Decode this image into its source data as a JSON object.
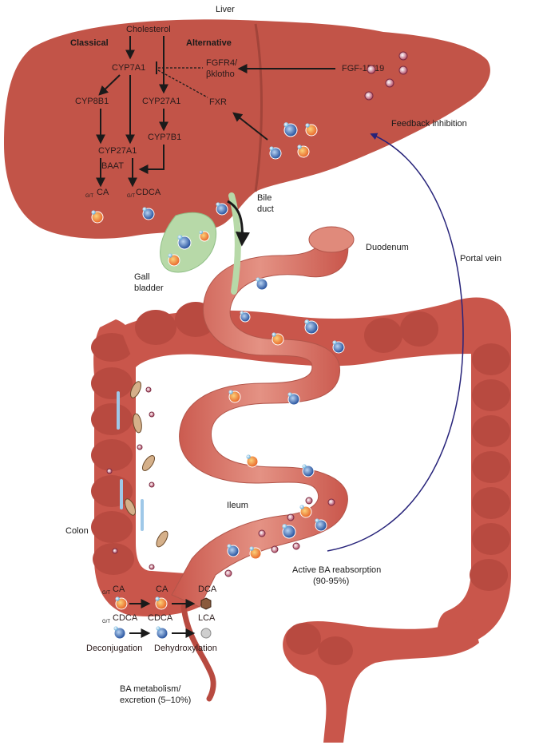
{
  "title": "Liver",
  "liver": {
    "cholesterol": "Cholesterol",
    "classical": "Classical",
    "alternative": "Alternative",
    "cyp7a1": "CYP7A1",
    "fgfr4": "FGFR4/",
    "bklotho": "βklotho",
    "fgf": "FGF-15/19",
    "cyp8b1": "CYP8B1",
    "cyp27a1_alt": "CYP27A1",
    "fxr": "FXR",
    "cyp27a1": "CYP27A1",
    "cyp7b1": "CYP7B1",
    "baat": "BAAT",
    "ca_prefix": "G/T",
    "ca": "CA",
    "cdca_prefix": "G/T",
    "cdca": "CDCA"
  },
  "labels": {
    "feedback": "Feedback inhibition",
    "bile": "Bile",
    "duct": "duct",
    "duodenum": "Duodenum",
    "portal_vein": "Portal vein",
    "gall": "Gall",
    "bladder": "bladder",
    "ileum": "Ileum",
    "colon": "Colon",
    "reabsorption_1": "Active BA reabsorption",
    "reabsorption_2": "(90-95%)",
    "excretion_1": "BA metabolism/",
    "excretion_2": "excretion (5–10%)"
  },
  "colon_metabolism": {
    "ca_prefix": "G/T",
    "ca_in": "CA",
    "ca_mid": "CA",
    "dca": "DCA",
    "cdca_prefix": "G/T",
    "cdca_in": "CDCA",
    "cdca_mid": "CDCA",
    "lca": "LCA",
    "deconjugation": "Deconjugation",
    "dehydroxylation": "Dehydroxylation"
  },
  "colors": {
    "liver": "#c25448",
    "intestine": "#d9796c",
    "colon": "#c9564b",
    "gall_bladder": "#b7d9a8",
    "ca_molecule": "#f08a3c",
    "cdca_molecule": "#3f6fb8",
    "fgf_molecule": "#c98a9a",
    "portal_vein": "#27237a"
  }
}
